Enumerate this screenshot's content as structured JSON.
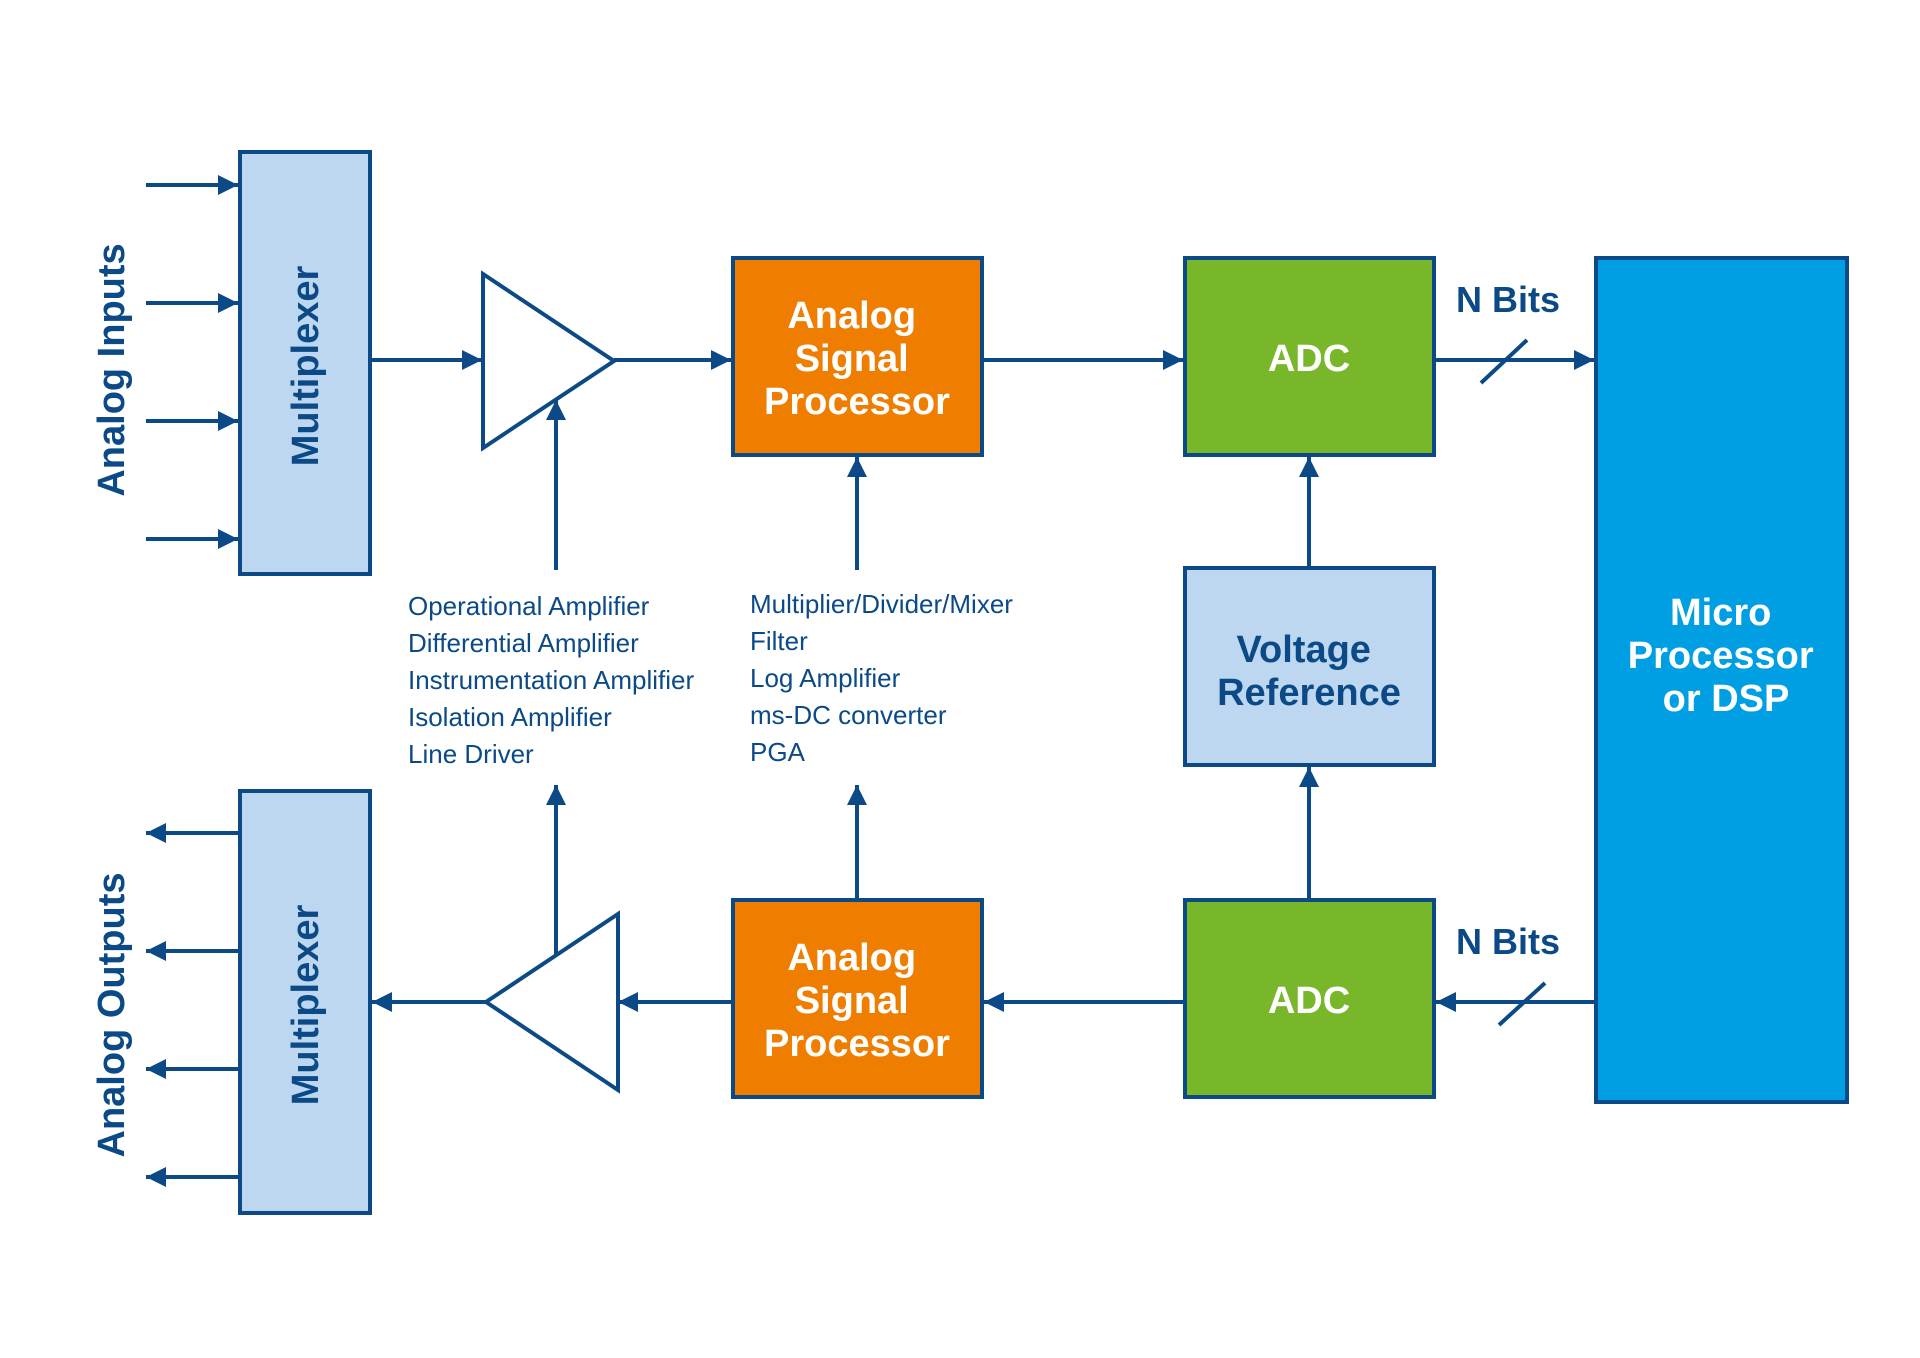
{
  "colors": {
    "stroke": "#0B4A87",
    "mux_fill": "#BDD7F0",
    "asp_fill": "#EF7D00",
    "adc_fill": "#78B72A",
    "vref_fill": "#BDD7F0",
    "mpu_fill": "#009FE3",
    "text_light": "#FFFFFF",
    "text_dark": "#0B4A87"
  },
  "labels": {
    "analog_inputs": "Analog Inputs",
    "analog_outputs": "Analog Outputs",
    "mux_top": "Multiplexer",
    "mux_bottom": "Multiplexer",
    "asp_top": [
      "Analog",
      "Signal",
      "Processor"
    ],
    "asp_bottom": [
      "Analog",
      "Signal",
      "Processor"
    ],
    "adc_top": "ADC",
    "adc_bottom": "ADC",
    "vref": [
      "Voltage",
      "Reference"
    ],
    "mpu": [
      "Micro",
      "Processor",
      "or DSP"
    ],
    "nbits_top": "N Bits",
    "nbits_bottom": "N Bits"
  },
  "amplifier_types": [
    "Operational Amplifier",
    "Differential Amplifier",
    "Instrumentation Amplifier",
    "Isolation Amplifier",
    "Line Driver"
  ],
  "signal_processor_types": [
    "Multiplier/Divider/Mixer",
    "Filter",
    "Log Amplifier",
    "ms-DC converter",
    "PGA"
  ]
}
